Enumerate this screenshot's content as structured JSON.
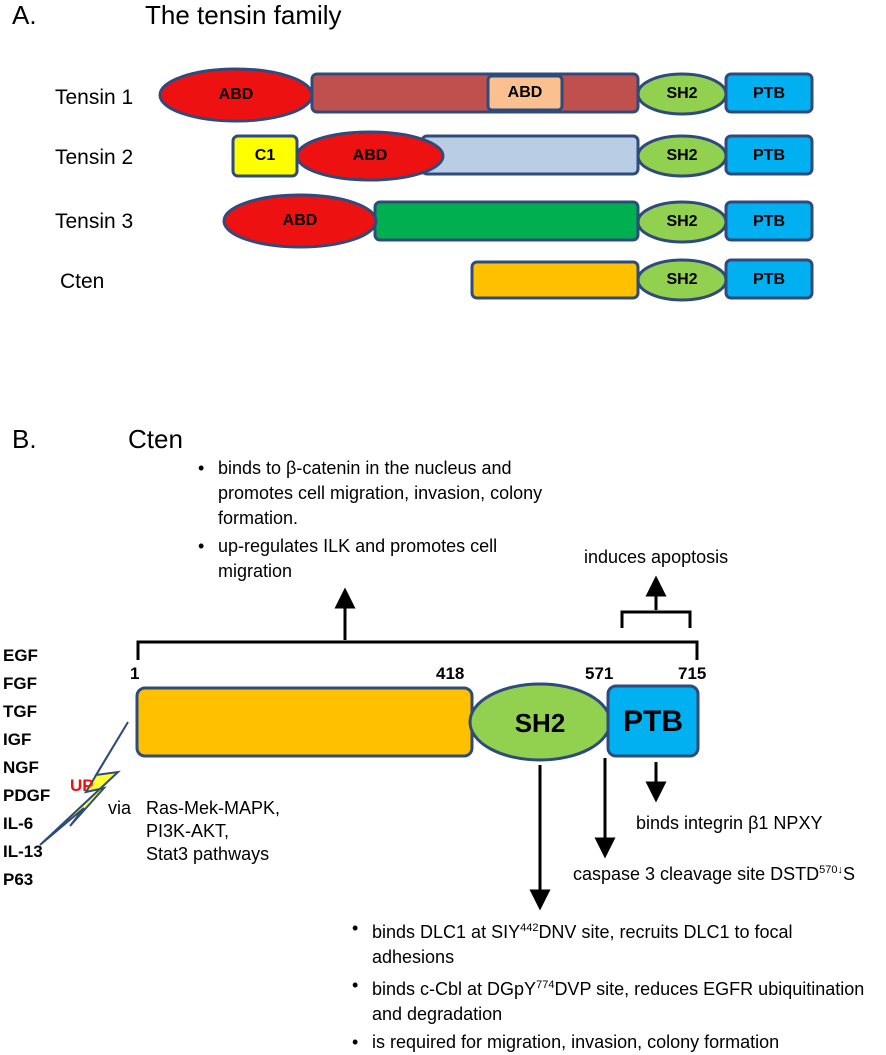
{
  "panel_a": {
    "label": "A.",
    "title": "The tensin family",
    "rows": [
      {
        "name": "Tensin 1",
        "abd": "ABD",
        "inner": "ABD",
        "sh2": "SH2",
        "ptb": "PTB"
      },
      {
        "name": "Tensin 2",
        "c1": "C1",
        "abd": "ABD",
        "sh2": "SH2",
        "ptb": "PTB"
      },
      {
        "name": "Tensin 3",
        "abd": "ABD",
        "sh2": "SH2",
        "ptb": "PTB"
      },
      {
        "name": "Cten",
        "sh2": "SH2",
        "ptb": "PTB"
      }
    ]
  },
  "panel_b": {
    "label": "B.",
    "title": "Cten",
    "top_bullets": [
      "binds to β-catenin in the nucleus and promotes cell migration, invasion, colony formation.",
      "up-regulates ILK and promotes cell migration"
    ],
    "apoptosis": "induces apoptosis",
    "positions": [
      "1",
      "418",
      "571",
      "715"
    ],
    "sh2": "SH2",
    "ptb": "PTB",
    "factors": [
      "EGF",
      "FGF",
      "TGF",
      "IGF",
      "NGF",
      "PDGF",
      "IL-6",
      "IL-13",
      "P63"
    ],
    "up_label": "UP",
    "pathway_via": "via",
    "pathways": [
      "Ras-Mek-MAPK,",
      "PI3K-AKT,",
      "Stat3 pathways"
    ],
    "integrin_note": "binds integrin β1 NPXY",
    "caspase_prefix": "caspase 3 cleavage site DSTD",
    "caspase_sup": "570↓",
    "caspase_suffix": "S",
    "bottom_bullets": [
      {
        "pre": "binds DLC1 at SIY",
        "sup": "442",
        "post": "DNV site, recruits DLC1 to focal adhesions"
      },
      {
        "pre": "binds c-Cbl at DGpY",
        "sup": "774",
        "post": "DVP site, reduces EGFR ubiquitination and degradation"
      },
      {
        "pre": "is required for migration, invasion, colony formation",
        "sup": "",
        "post": ""
      }
    ]
  },
  "colors": {
    "abd_red": "#ee1111",
    "tensin1_body": "#c0504d",
    "inner_abd": "#fac090",
    "tensin2_body": "#b9cde5",
    "c1_yellow": "#ffff00",
    "tensin3_body": "#00b050",
    "cten_orange": "#ffc000",
    "sh2_green": "#92d050",
    "ptb_blue": "#00b0f0",
    "outline": "#2f4b7c"
  }
}
